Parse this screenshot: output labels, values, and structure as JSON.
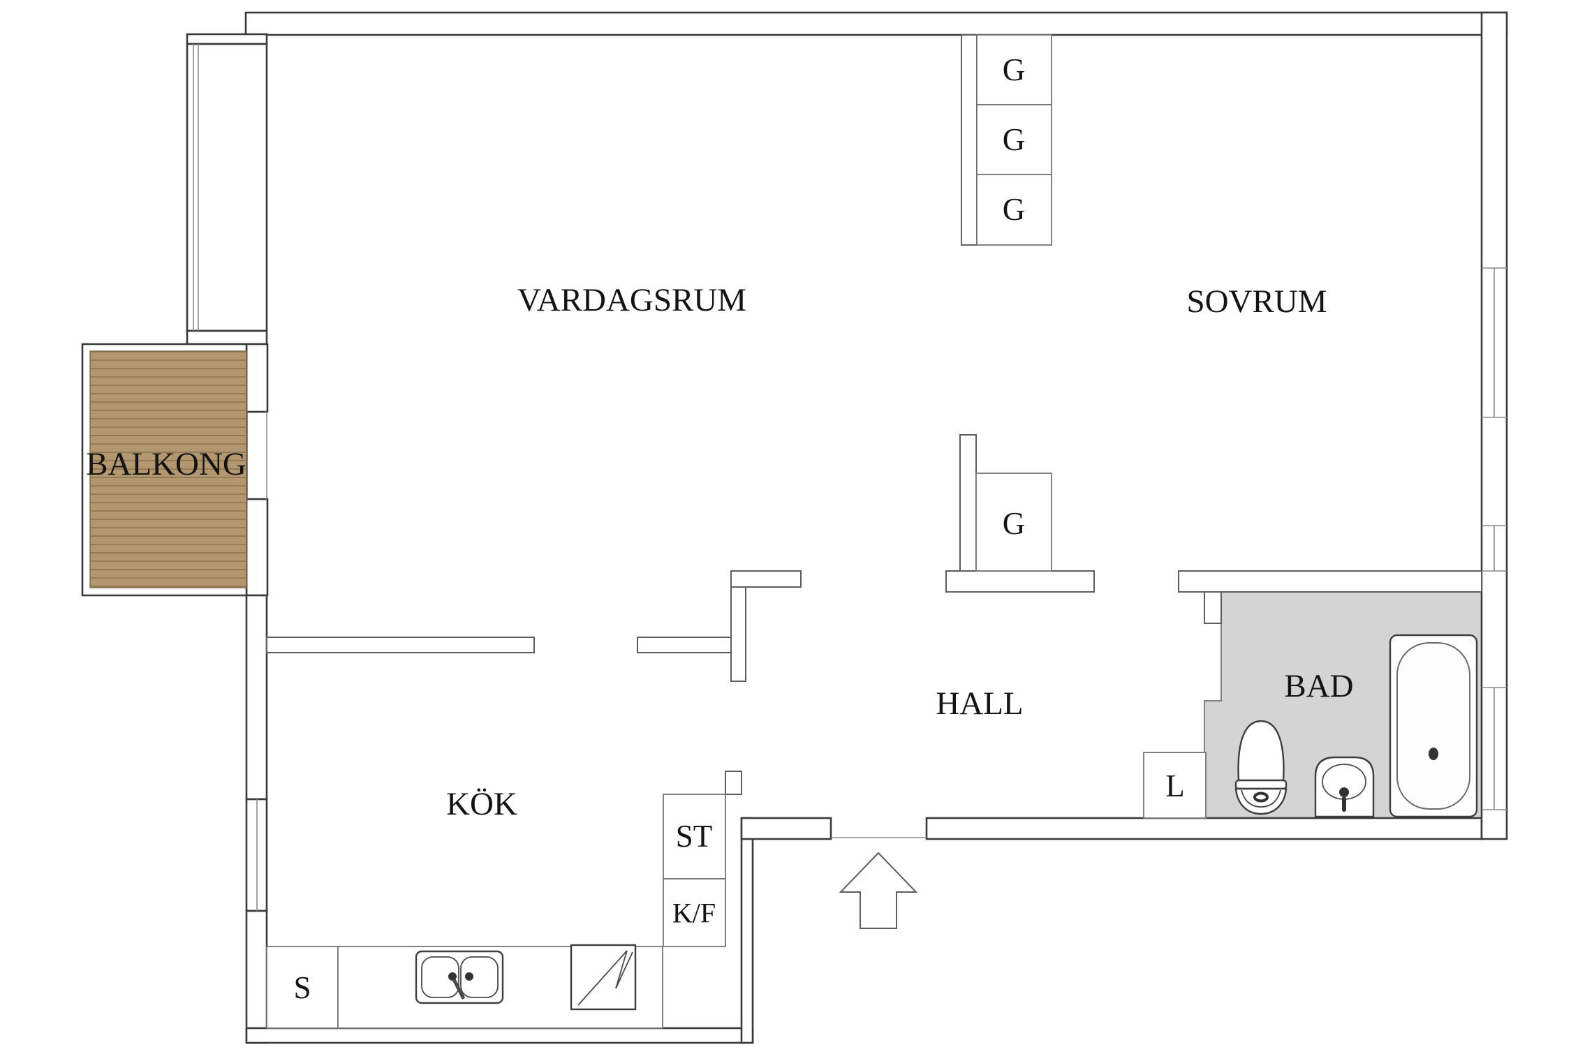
{
  "document": {
    "type": "apartment-floor-plan",
    "language": "sv"
  },
  "rooms": {
    "living_room": "VARDAGSRUM",
    "bedroom": "SOVRUM",
    "balcony": "BALKONG",
    "kitchen": "KÖK",
    "hall": "HALL",
    "bathroom": "BAD"
  },
  "storage": {
    "wardrobe_1": "G",
    "wardrobe_2": "G",
    "wardrobe_3": "G",
    "wardrobe_4": "G",
    "linen_closet": "L",
    "cleaning_closet": "ST",
    "fridge_freezer": "K/F",
    "pantry": "S"
  },
  "colors": {
    "wall": "#3a3a3a",
    "wall_interior": "#5e5e5e",
    "closet_line": "#757575",
    "glazing": "#8a8a8a",
    "wood": "#b3986f",
    "wood_line": "#8c734e",
    "bath_floor": "#d4d4d4",
    "text": "#141414"
  }
}
